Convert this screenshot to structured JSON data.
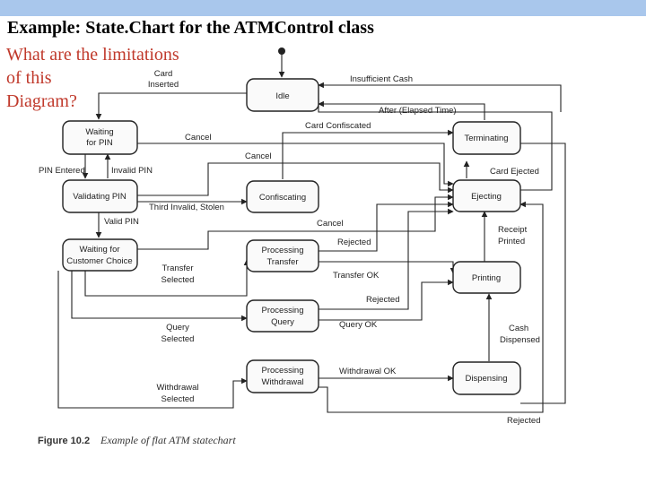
{
  "slide": {
    "title": "Example: State.Chart for the ATMControl class",
    "question_lines": [
      "What are the limitations",
      "of this",
      "Diagram?"
    ]
  },
  "states": {
    "idle": "Idle",
    "waiting_pin": [
      "Waiting",
      "for PIN"
    ],
    "validating_pin": "Validating PIN",
    "waiting_choice": [
      "Waiting for",
      "Customer Choice"
    ],
    "confiscating": "Confiscating",
    "terminating": "Terminating",
    "ejecting": "Ejecting",
    "processing_transfer": [
      "Processing",
      "Transfer"
    ],
    "processing_query": [
      "Processing",
      "Query"
    ],
    "processing_withdrawal": [
      "Processing",
      "Withdrawal"
    ],
    "printing": "Printing",
    "dispensing": "Dispensing"
  },
  "transitions": {
    "card_inserted": [
      "Card",
      "Inserted"
    ],
    "insufficient_cash": "Insufficient Cash",
    "after_elapsed": "After (Elapsed Time)",
    "card_confiscated": "Card Confiscated",
    "cancel_1": "Cancel",
    "cancel_2": "Cancel",
    "cancel_3": "Cancel",
    "pin_entered": "PIN Entered",
    "invalid_pin": "Invalid PIN",
    "third_invalid": "Third Invalid, Stolen",
    "card_ejected": "Card Ejected",
    "valid_pin": "Valid PIN",
    "rejected_1": "Rejected",
    "rejected_2": "Rejected",
    "rejected_3": "Rejected",
    "receipt_printed": [
      "Receipt",
      "Printed"
    ],
    "transfer_selected": [
      "Transfer",
      "Selected"
    ],
    "transfer_ok": "Transfer OK",
    "query_selected": [
      "Query",
      "Selected"
    ],
    "query_ok": "Query OK",
    "cash_dispensed": [
      "Cash",
      "Dispensed"
    ],
    "withdrawal_selected": [
      "Withdrawal",
      "Selected"
    ],
    "withdrawal_ok": "Withdrawal OK"
  },
  "figure": {
    "label": "Figure 10.2",
    "caption": "Example of flat ATM statechart"
  }
}
